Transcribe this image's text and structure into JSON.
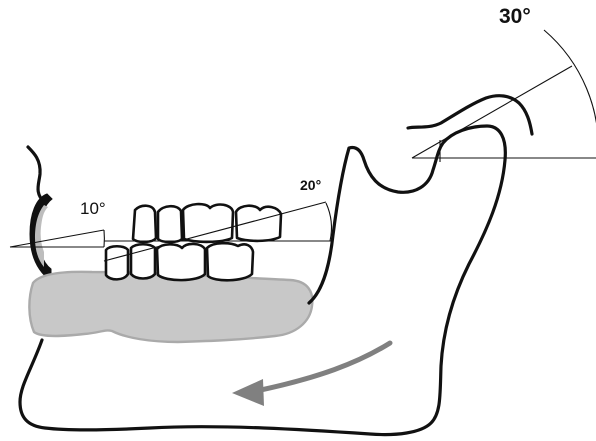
{
  "angles": {
    "incisal": "10°",
    "occlusal": "20°",
    "condylar": "30°"
  },
  "colors": {
    "line": "#111111",
    "splint_fill": "#c8c8c8",
    "splint_stroke": "#aaaaaa",
    "arrow": "#808080",
    "background": "#ffffff"
  },
  "icons": {
    "movement_direction": "curved-arrow-left-icon"
  }
}
